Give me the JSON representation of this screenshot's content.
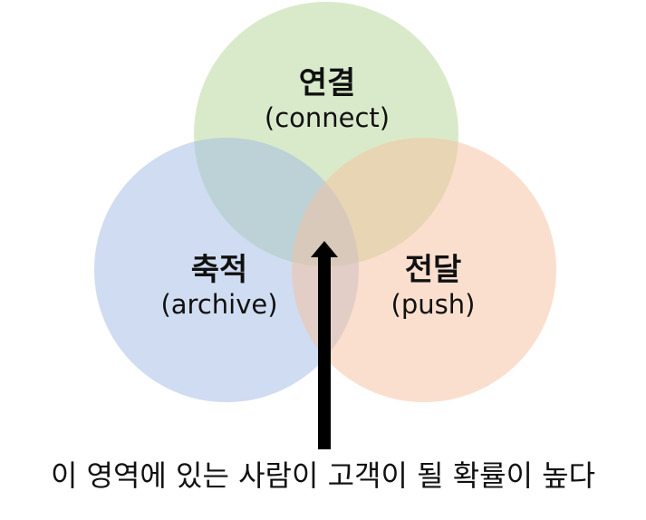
{
  "diagram": {
    "sets": [
      {
        "id": "connect",
        "title": "연결",
        "subtitle": "(connect)",
        "color": "#b4d696"
      },
      {
        "id": "archive",
        "title": "축적",
        "subtitle": "(archive)",
        "color": "#a2bae4"
      },
      {
        "id": "push",
        "title": "전달",
        "subtitle": "(push)",
        "color": "#f6c09e"
      }
    ],
    "arrow_target": "intersection of all three sets",
    "caption": "이 영역에 있는 사람이 고객이 될 확률이 높다"
  }
}
